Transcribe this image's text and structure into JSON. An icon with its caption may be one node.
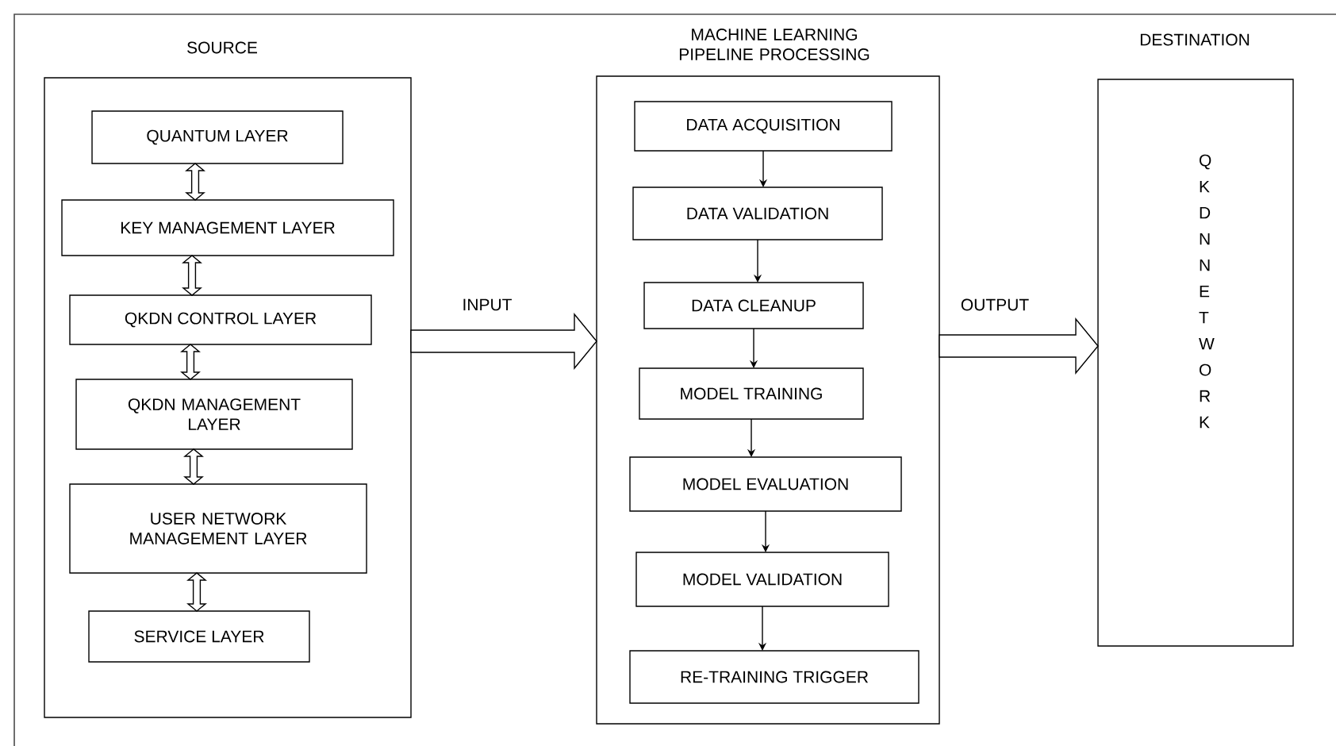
{
  "diagram": {
    "nodes": [
      {
        "text": [
          "SOURCE"
        ]
      },
      {
        "text": [
          "QUANTUM LAYER"
        ],
        "in": 0
      },
      {
        "text": [
          "KEY MANAGEMENT LAYER"
        ],
        "in": 0
      },
      {
        "text": [
          "QKDN CONTROL LAYER"
        ],
        "in": 0
      },
      {
        "text": [
          "QKDN MANAGEMENT LAYER"
        ],
        "in": 0
      },
      {
        "text": [
          "USER NETWORK MANAGEMENT LAYER"
        ],
        "in": 0
      },
      {
        "text": [
          "SERVICE LAYER"
        ],
        "in": 0
      },
      {
        "text": [
          "MACHINE LEARNING PIPELINE PROCESSING"
        ]
      },
      {
        "text": [
          "DATA ACQUISITION"
        ],
        "in": 7
      },
      {
        "text": [
          "DATA VALIDATION"
        ],
        "in": 7
      },
      {
        "text": [
          "DATA CLEANUP"
        ],
        "in": 7
      },
      {
        "text": [
          "MODEL TRAINING"
        ],
        "in": 7
      },
      {
        "text": [
          "MODEL EVALUATION"
        ],
        "in": 7
      },
      {
        "text": [
          "MODEL VALIDATION"
        ],
        "in": 7
      },
      {
        "text": [
          "RE-TRAINING TRIGGER"
        ],
        "in": 7
      },
      {
        "text": [
          "DESTINATION",
          "Q K D N N E T W O R K"
        ]
      }
    ],
    "edges": [
      {
        "from": 1,
        "to": 2,
        "arrow": "both",
        "style": "thick"
      },
      {
        "from": 2,
        "to": 3,
        "arrow": "both",
        "style": "thick"
      },
      {
        "from": 3,
        "to": 4,
        "arrow": "both",
        "style": "thick"
      },
      {
        "from": 4,
        "to": 5,
        "arrow": "both",
        "style": "thick"
      },
      {
        "from": 5,
        "to": 6,
        "arrow": "both",
        "style": "thick"
      },
      {
        "from": 8,
        "to": 9,
        "arrow": "to"
      },
      {
        "from": 9,
        "to": 10,
        "arrow": "to"
      },
      {
        "from": 10,
        "to": 11,
        "arrow": "to"
      },
      {
        "from": 11,
        "to": 12,
        "arrow": "to"
      },
      {
        "from": 12,
        "to": 13,
        "arrow": "to"
      },
      {
        "from": 13,
        "to": 14,
        "arrow": "to"
      },
      {
        "from": 0,
        "to": 7,
        "arrow": "to",
        "label": "INPUT",
        "style": "thick"
      },
      {
        "from": 7,
        "to": 15,
        "arrow": "to",
        "label": "OUTPUT",
        "style": "thick"
      }
    ]
  }
}
